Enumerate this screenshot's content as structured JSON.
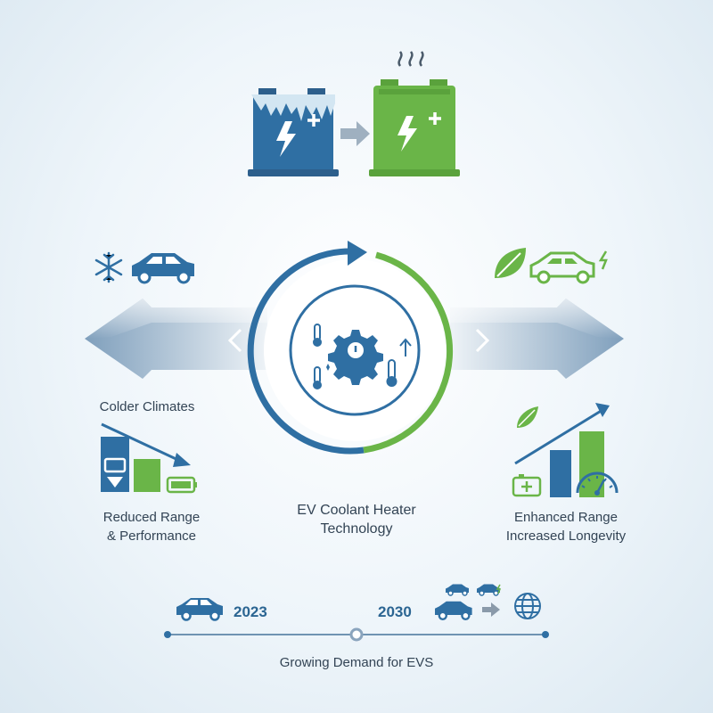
{
  "labels": {
    "colder_climates": "Colder Climates",
    "reduced_line1": "Reduced Range",
    "reduced_line2": "& Performance",
    "center_line1": "EV Coolant Heater",
    "center_line2": "Technology",
    "enhanced_line1": "Enhanced Range",
    "enhanced_line2": "Increased Longevity"
  },
  "timeline": {
    "year_start": "2023",
    "year_end": "2030",
    "caption": "Growing Demand for EVS"
  },
  "colors": {
    "blue": "#2f6fa3",
    "green": "#6ab548",
    "dark_text": "#334455"
  },
  "icons": [
    "frozen-battery-icon",
    "charged-battery-icon",
    "snowflake-icon",
    "car-icon",
    "leaf-icon",
    "gear-icon",
    "thermometer-icon",
    "bar-chart-icon",
    "globe-icon",
    "speedometer-icon"
  ]
}
